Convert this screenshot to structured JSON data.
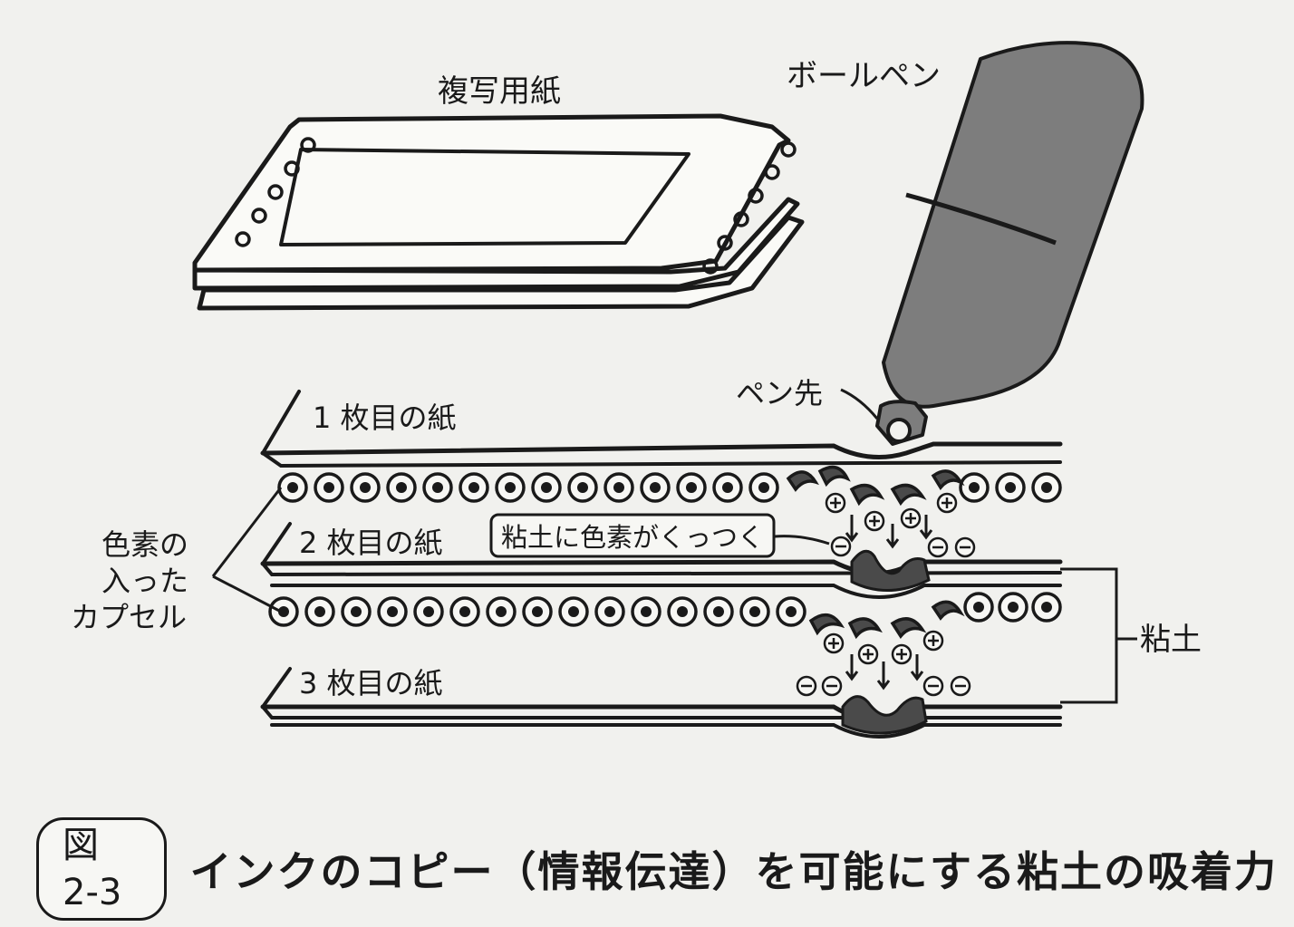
{
  "labels": {
    "carbon_paper": "複写用紙",
    "ballpoint_pen": "ボールペン",
    "pen_tip": "ペン先",
    "sheet_1": "1 枚目の紙",
    "sheet_2": "2 枚目の紙",
    "sheet_3": "3 枚目の紙",
    "callout": "粘土に色素がくっつく",
    "capsules_line1": "色素の",
    "capsules_line2": "入った",
    "capsules_line3": "カプセル",
    "clay": "粘土"
  },
  "caption": {
    "figure_number": "図 2-3",
    "title": "インクのコピー（情報伝達）を可能にする粘土の吸着力"
  },
  "colors": {
    "ink": "#1a1a1a",
    "pen_body": "#7d7d7d",
    "clay": "#4a4a4a",
    "background": "#f1f1ee"
  }
}
